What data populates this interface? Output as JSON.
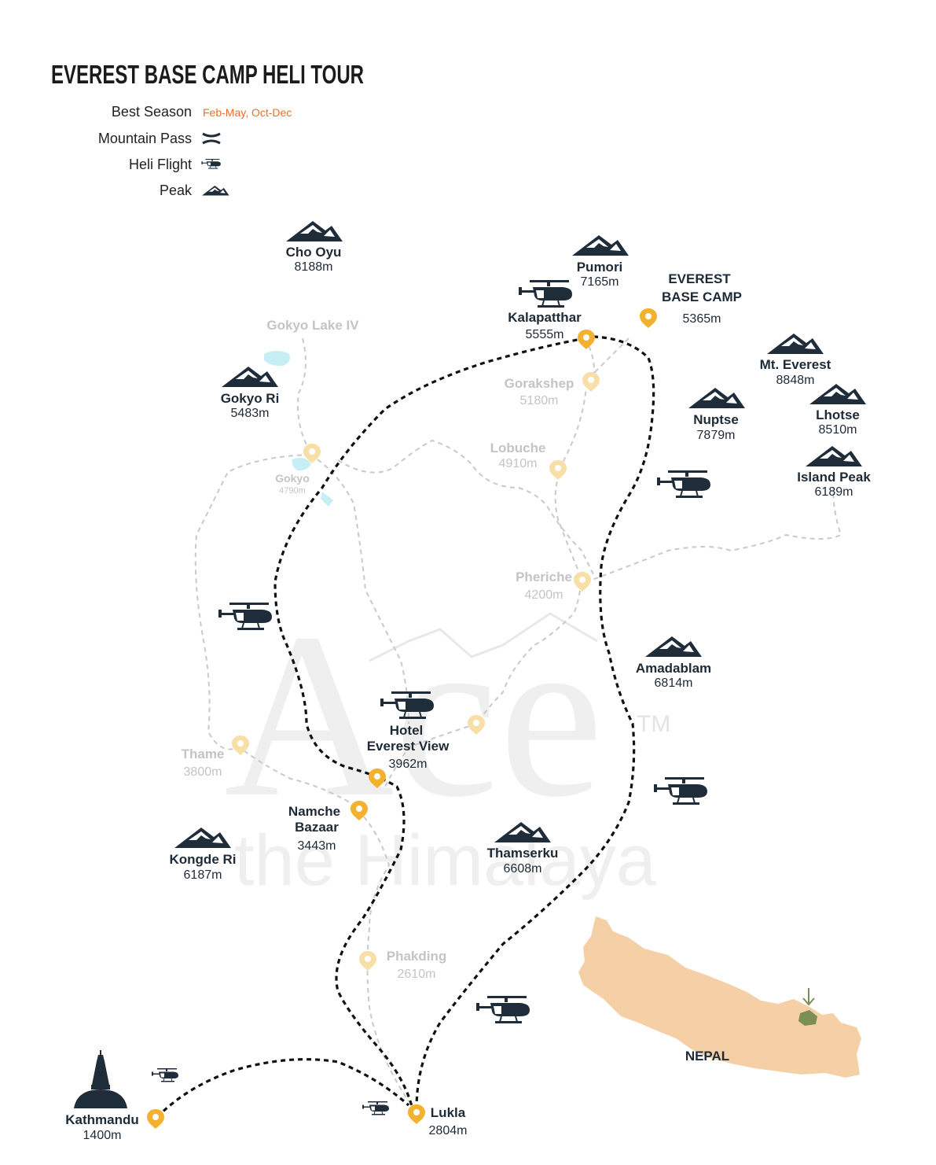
{
  "title": "EVEREST BASE CAMP HELI TOUR",
  "legend": {
    "season_label": "Best Season",
    "season_value": "Feb-May, Oct-Dec",
    "pass_label": "Mountain Pass",
    "heli_label": "Heli Flight",
    "peak_label": "Peak",
    "pass_icon": "mountain-pass-icon",
    "heli_icon": "helicopter-icon",
    "peak_icon": "peak-icon"
  },
  "peaks": {
    "cho_oyu": {
      "name": "Cho Oyu",
      "elev": "8188m"
    },
    "pumori": {
      "name": "Pumori",
      "elev": "7165m"
    },
    "gokyo_ri": {
      "name": "Gokyo Ri",
      "elev": "5483m"
    },
    "everest": {
      "name": "Mt. Everest",
      "elev": "8848m"
    },
    "nuptse": {
      "name": "Nuptse",
      "elev": "7879m"
    },
    "lhotse": {
      "name": "Lhotse",
      "elev": "8510m"
    },
    "island_peak": {
      "name": "Island Peak",
      "elev": "6189m"
    },
    "amadablam": {
      "name": "Amadablam",
      "elev": "6814m"
    },
    "kongde_ri": {
      "name": "Kongde Ri",
      "elev": "6187m"
    },
    "thamserku": {
      "name": "Thamserku",
      "elev": "6608m"
    }
  },
  "stops": {
    "ebc": {
      "name_line1": "EVEREST",
      "name_line2": "BASE CAMP",
      "elev": "5365m"
    },
    "kalapatthar": {
      "name": "Kalapatthar",
      "elev": "5555m"
    },
    "hotel": {
      "name_line1": "Hotel",
      "name_line2": "Everest View",
      "elev": "3962m"
    },
    "namche": {
      "name_line1": "Namche",
      "name_line2": "Bazaar",
      "elev": "3443m"
    },
    "lukla": {
      "name": "Lukla",
      "elev": "2804m"
    },
    "kathmandu": {
      "name": "Kathmandu",
      "elev": "1400m"
    }
  },
  "faded_places": {
    "gokyo_lake": {
      "name": "Gokyo Lake IV"
    },
    "gorakshep": {
      "name": "Gorakshep",
      "elev": "5180m"
    },
    "lobuche": {
      "name": "Lobuche",
      "elev": "4910m"
    },
    "gokyo": {
      "name": "Gokyo",
      "elev": "4790m"
    },
    "pheriche": {
      "name": "Pheriche",
      "elev": "4200m"
    },
    "thame": {
      "name": "Thame",
      "elev": "3800m"
    },
    "phakding": {
      "name": "Phakding",
      "elev": "2610m"
    }
  },
  "watermark": {
    "big": "Ace",
    "small": "the Himalaya",
    "tm": "TM"
  },
  "inset": {
    "country": "NEPAL",
    "fill": "#f5cfa5",
    "highlight": "#7b8f55"
  },
  "colors": {
    "marker": "#f2b230",
    "marker_faded": "#f8dfa8",
    "peak": "#1f2d3b",
    "lake": "#c7eef5"
  }
}
